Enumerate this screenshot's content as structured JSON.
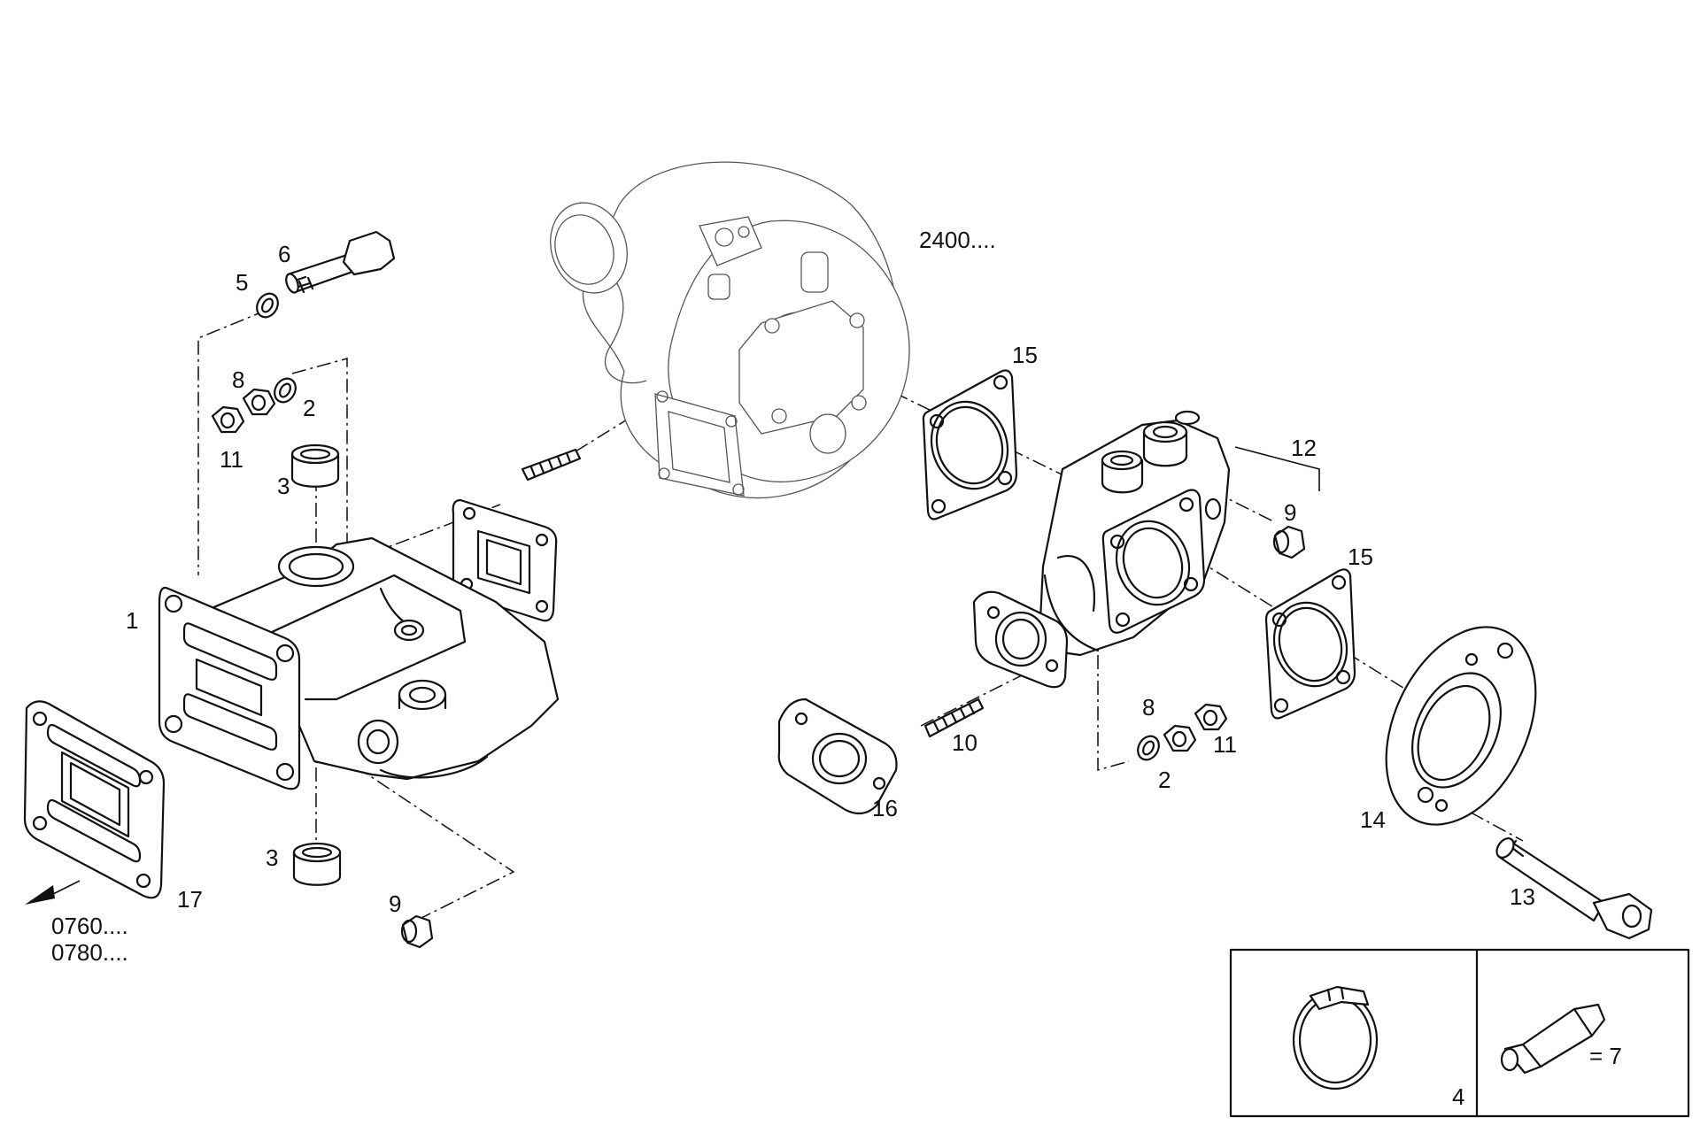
{
  "callouts": {
    "c1": "1",
    "c2a": "2",
    "c2b": "2",
    "c3a": "3",
    "c3b": "3",
    "c4": "4",
    "c5": "5",
    "c6": "6",
    "c7": "= 7",
    "c8a": "8",
    "c8b": "8",
    "c9a": "9",
    "c9b": "9",
    "c10": "10",
    "c11a": "11",
    "c11b": "11",
    "c12": "12",
    "c13": "13",
    "c14": "14",
    "c15a": "15",
    "c15b": "15",
    "c16": "16",
    "c17": "17"
  },
  "references": {
    "turbo": "2400....",
    "ref_a": "0760....",
    "ref_b": "0780...."
  },
  "icons": {
    "arrow": "arrow-left-down-icon",
    "clamp": "hose-clamp-icon",
    "tube": "sealant-tube-icon"
  },
  "colors": {
    "line": "#111111",
    "background": "#ffffff"
  }
}
